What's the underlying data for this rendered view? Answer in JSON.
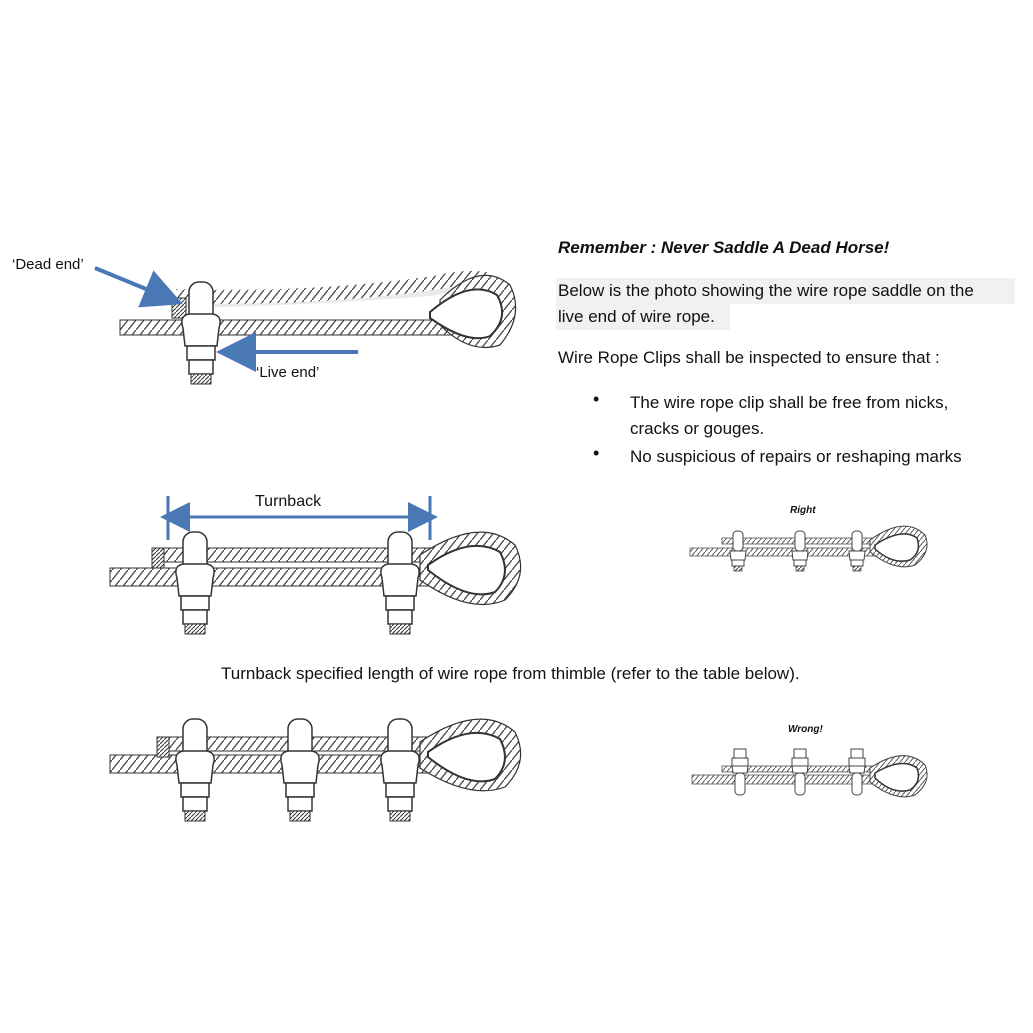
{
  "labels": {
    "dead_end": "‘Dead end’",
    "live_end": "‘Live end’",
    "turnback": "Turnback",
    "right": "Right",
    "wrong": "Wrong!"
  },
  "text": {
    "heading": "Remember : Never Saddle A Dead Horse!",
    "para1_line1": "Below is the photo showing the wire rope saddle on the",
    "para1_line2": "live end of wire rope.",
    "para2": "Wire Rope Clips shall be inspected to ensure that :",
    "bullet1_line1": "The wire rope clip shall be free from nicks,",
    "bullet1_line2": "cracks or gouges.",
    "bullet2": "No suspicious of repairs or reshaping marks",
    "caption": "Turnback specified length of wire rope from thimble (refer to the table below)."
  },
  "colors": {
    "arrow": "#4a78b5",
    "outline": "#333333",
    "highlight": "#f1f1f1"
  }
}
